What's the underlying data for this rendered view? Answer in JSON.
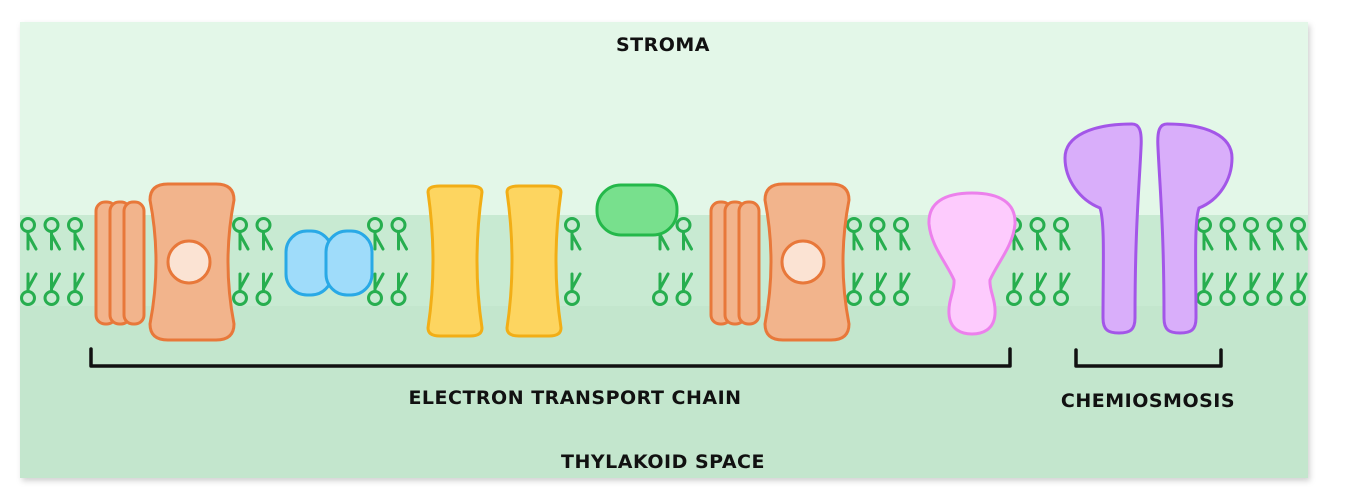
{
  "labels": {
    "stroma": "STROMA",
    "thylakoid_space": "THYLAKOID SPACE",
    "electron_transport_chain": "ELECTRON TRANSPORT CHAIN",
    "chemiosmosis": "CHEMIOSMOSIS"
  },
  "colors": {
    "stroma_bg": "#e3f7e8",
    "thylakoid_bg": "#c3e6cd",
    "lipid": "#27ae4f",
    "photosystem_fill": "#f2b48c",
    "photosystem_stroke": "#e8783a",
    "plastoquinone_fill": "#9fdcfa",
    "plastoquinone_stroke": "#29a9e6",
    "cytochrome_fill": "#fdd560",
    "cytochrome_stroke": "#f2ae16",
    "plastocyanin_fill": "#78e08d",
    "plastocyanin_stroke": "#24b84a",
    "ferredoxin_fill": "#fdcbfd",
    "ferredoxin_stroke": "#ec80ec",
    "atp_synthase_fill": "#d9aefa",
    "atp_synthase_stroke": "#a356e8",
    "bracket": "#111111"
  }
}
